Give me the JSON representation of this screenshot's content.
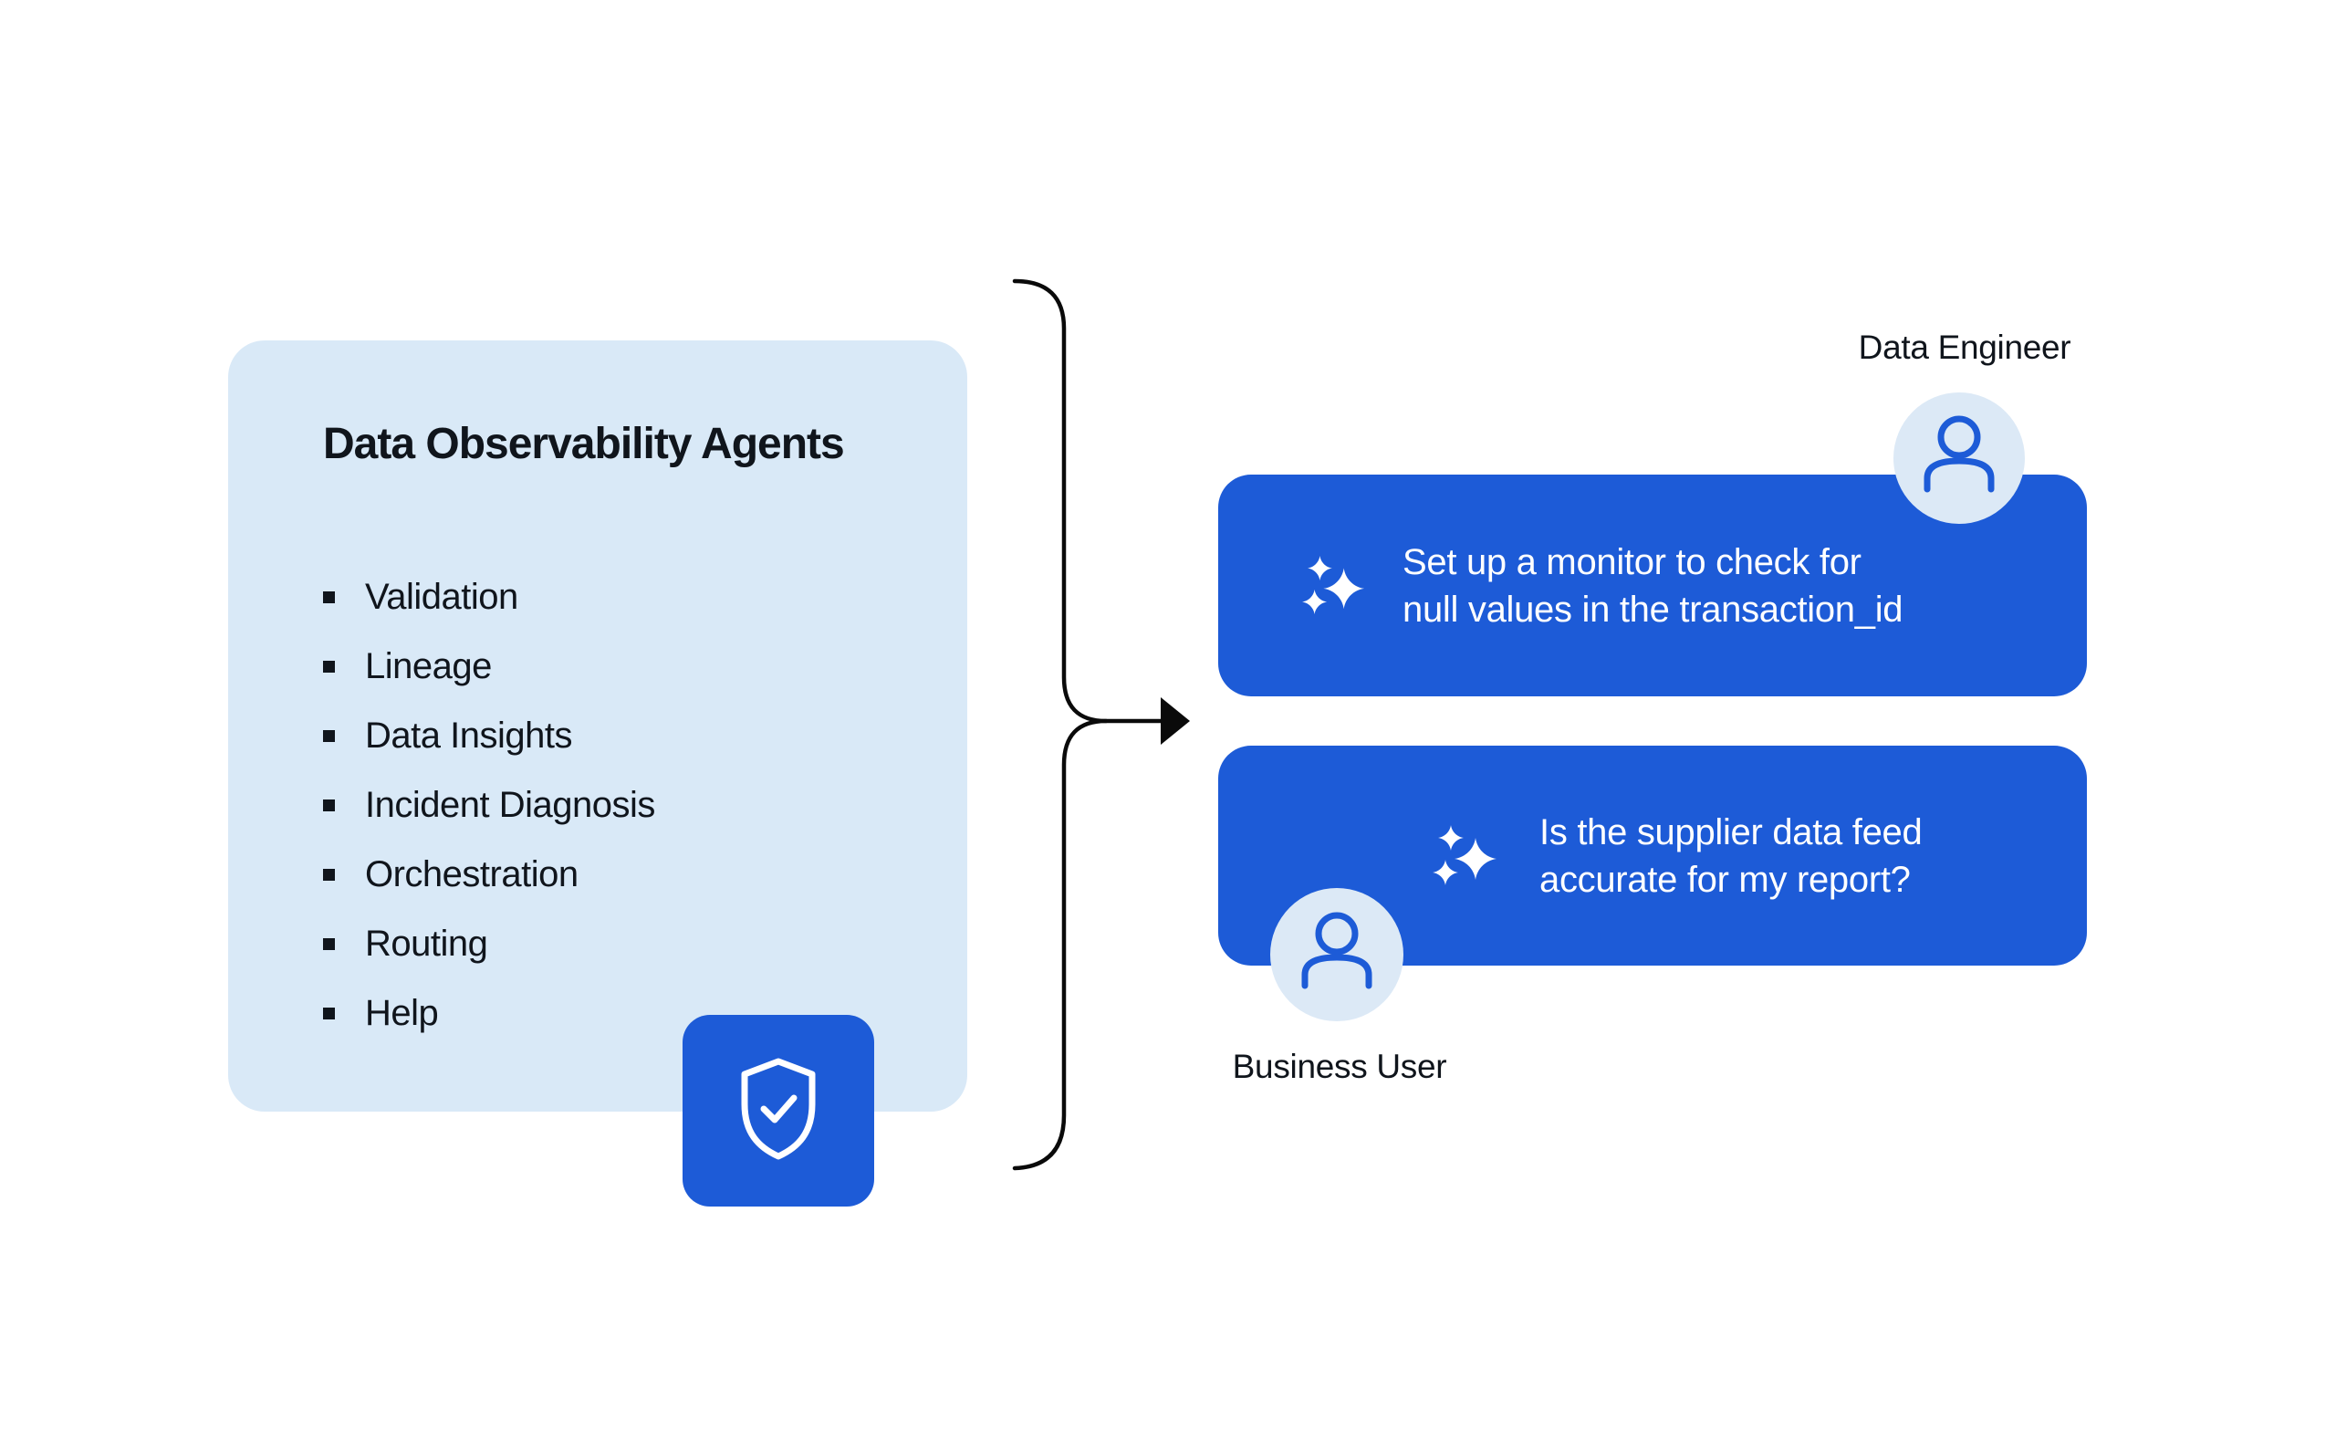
{
  "colors": {
    "primary_blue": "#1d5bd7",
    "card_light_blue": "#d9e9f7",
    "avatar_light_blue": "#dce9f6",
    "text_dark": "#10151c",
    "bracket_black": "#0a0a0a",
    "bubble_text": "#ffffff"
  },
  "agents_card": {
    "title": "Data Observability Agents",
    "items": [
      "Validation",
      "Lineage",
      "Data Insights",
      "Incident Diagnosis",
      "Orchestration",
      "Routing",
      "Help"
    ]
  },
  "icons": {
    "shield": "shield-check-icon",
    "sparkle": "ai-sparkle-icon",
    "person": "person-icon",
    "connector": "brace-arrow-icon"
  },
  "messages": [
    {
      "speaker": "Data Engineer",
      "lines": [
        "Set up a monitor to check for",
        "null values in the transaction_id"
      ]
    },
    {
      "speaker": "Business User",
      "lines": [
        "Is the supplier data feed",
        "accurate for my report?"
      ]
    }
  ]
}
